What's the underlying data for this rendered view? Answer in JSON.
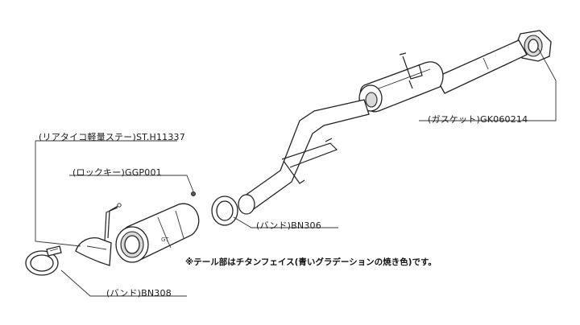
{
  "labels": {
    "gasket": "(ガスケット)GK060214",
    "stay": "(リアタイコ軽量ステー)ST.H11337",
    "lock_key": "(ロックキー)GGP001",
    "band_306": "(バンド)BN306",
    "band_308": "(バンド)BN308"
  },
  "note": "※テール部はチタンフェイス(青いグラデーションの焼き色)です。"
}
